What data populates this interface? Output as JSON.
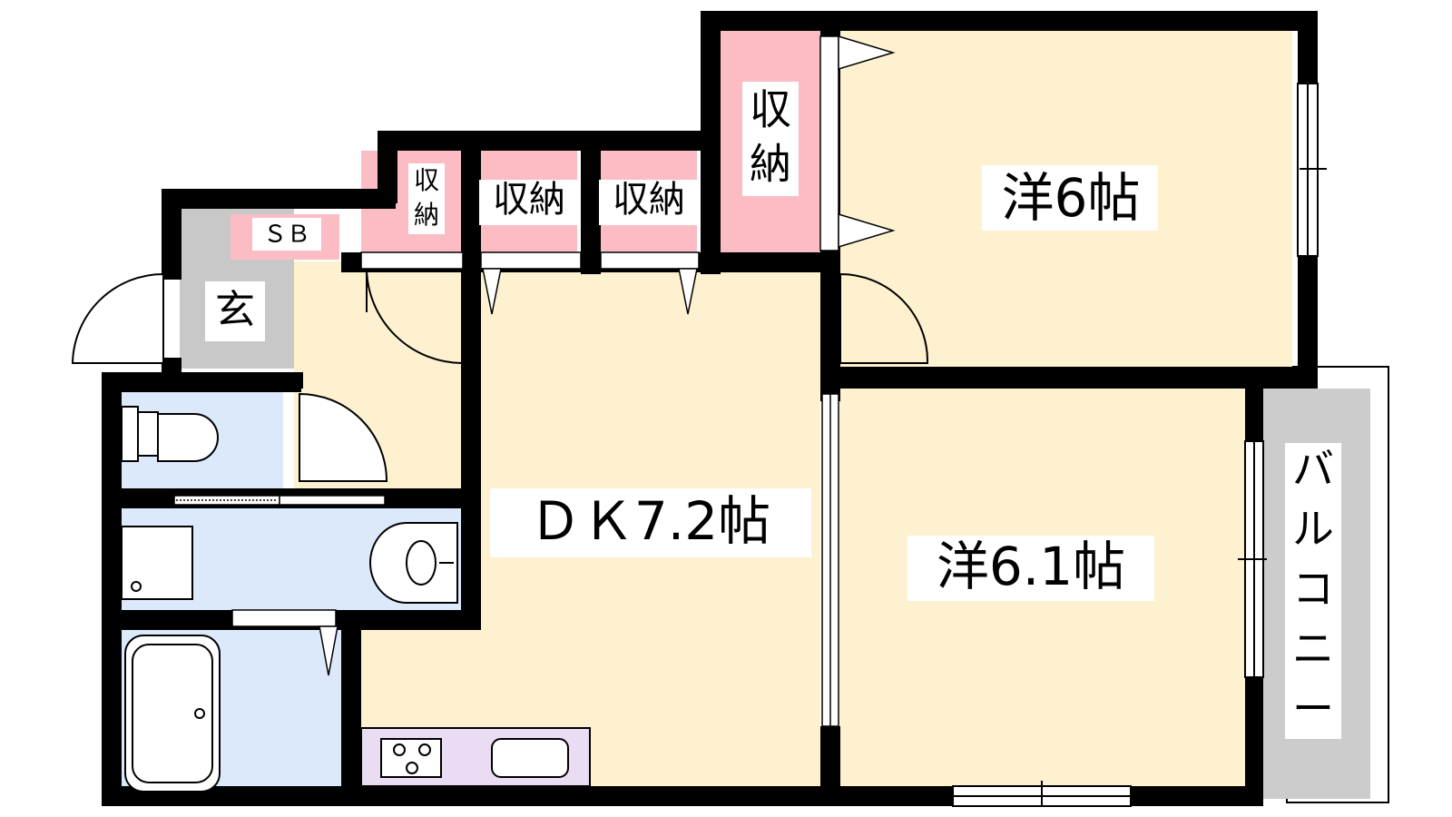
{
  "floorplan": {
    "rooms": {
      "western_room_1": "洋6帖",
      "western_room_2": "洋6.1帖",
      "dining_kitchen": "ＤＫ7.2帖",
      "entrance": "玄",
      "shoe_box": "ＳＢ",
      "storage_small": [
        "収",
        "納"
      ],
      "storage_a": "収納",
      "storage_b": "収納",
      "storage_tall": [
        "収",
        "納"
      ],
      "balcony": [
        "バ",
        "ル",
        "コ",
        "ニ",
        "ー"
      ]
    },
    "colors": {
      "wall": "#000000",
      "room_floor": "#fdf1d0",
      "storage": "#fbbcc4",
      "wet_area": "#dce9fb",
      "entrance_floor": "#c8c8c8",
      "kitchen_counter": "#eadcf3",
      "balcony": "#cccccc"
    }
  }
}
